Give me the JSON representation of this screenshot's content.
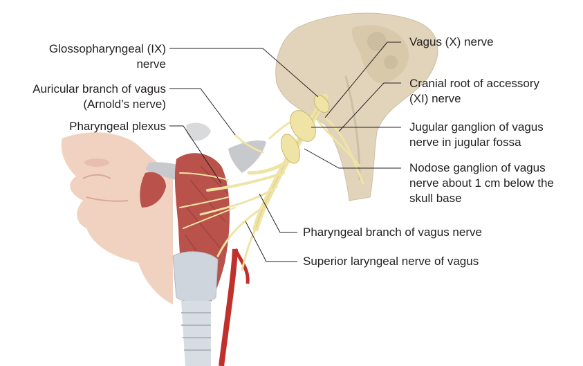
{
  "labels_left": [
    {
      "id": "glossopharyngeal",
      "lines": [
        "Glossopharyngeal (IX)",
        "nerve"
      ]
    },
    {
      "id": "auricular",
      "lines": [
        "Auricular branch of vagus",
        "(Arnold’s nerve)"
      ]
    },
    {
      "id": "pharyngeal-plexus",
      "lines": [
        "Pharyngeal plexus"
      ]
    }
  ],
  "labels_right": [
    {
      "id": "vagus",
      "lines": [
        "Vagus (X) nerve"
      ]
    },
    {
      "id": "cranial-root",
      "lines": [
        "Cranial root of accessory",
        "(XI) nerve"
      ]
    },
    {
      "id": "jugular-ganglion",
      "lines": [
        "Jugular ganglion of vagus",
        "nerve in jugular fossa"
      ]
    },
    {
      "id": "nodose-ganglion",
      "lines": [
        "Nodose ganglion of vagus",
        "nerve about 1 cm below the",
        "skull base"
      ]
    },
    {
      "id": "pharyngeal-branch",
      "lines": [
        "Pharyngeal branch of vagus nerve"
      ]
    },
    {
      "id": "superior-laryngeal",
      "lines": [
        "Superior laryngeal nerve of vagus"
      ]
    }
  ],
  "colors": {
    "nerve": "#efe4a6",
    "nerve_outline": "#c9b96a",
    "muscle": "#b9524a",
    "artery": "#c0312b",
    "skin": "#f1d2c1",
    "bone": "#e0d2b8",
    "cartilage": "#cfd5dc",
    "leader_line": "#231f20"
  }
}
